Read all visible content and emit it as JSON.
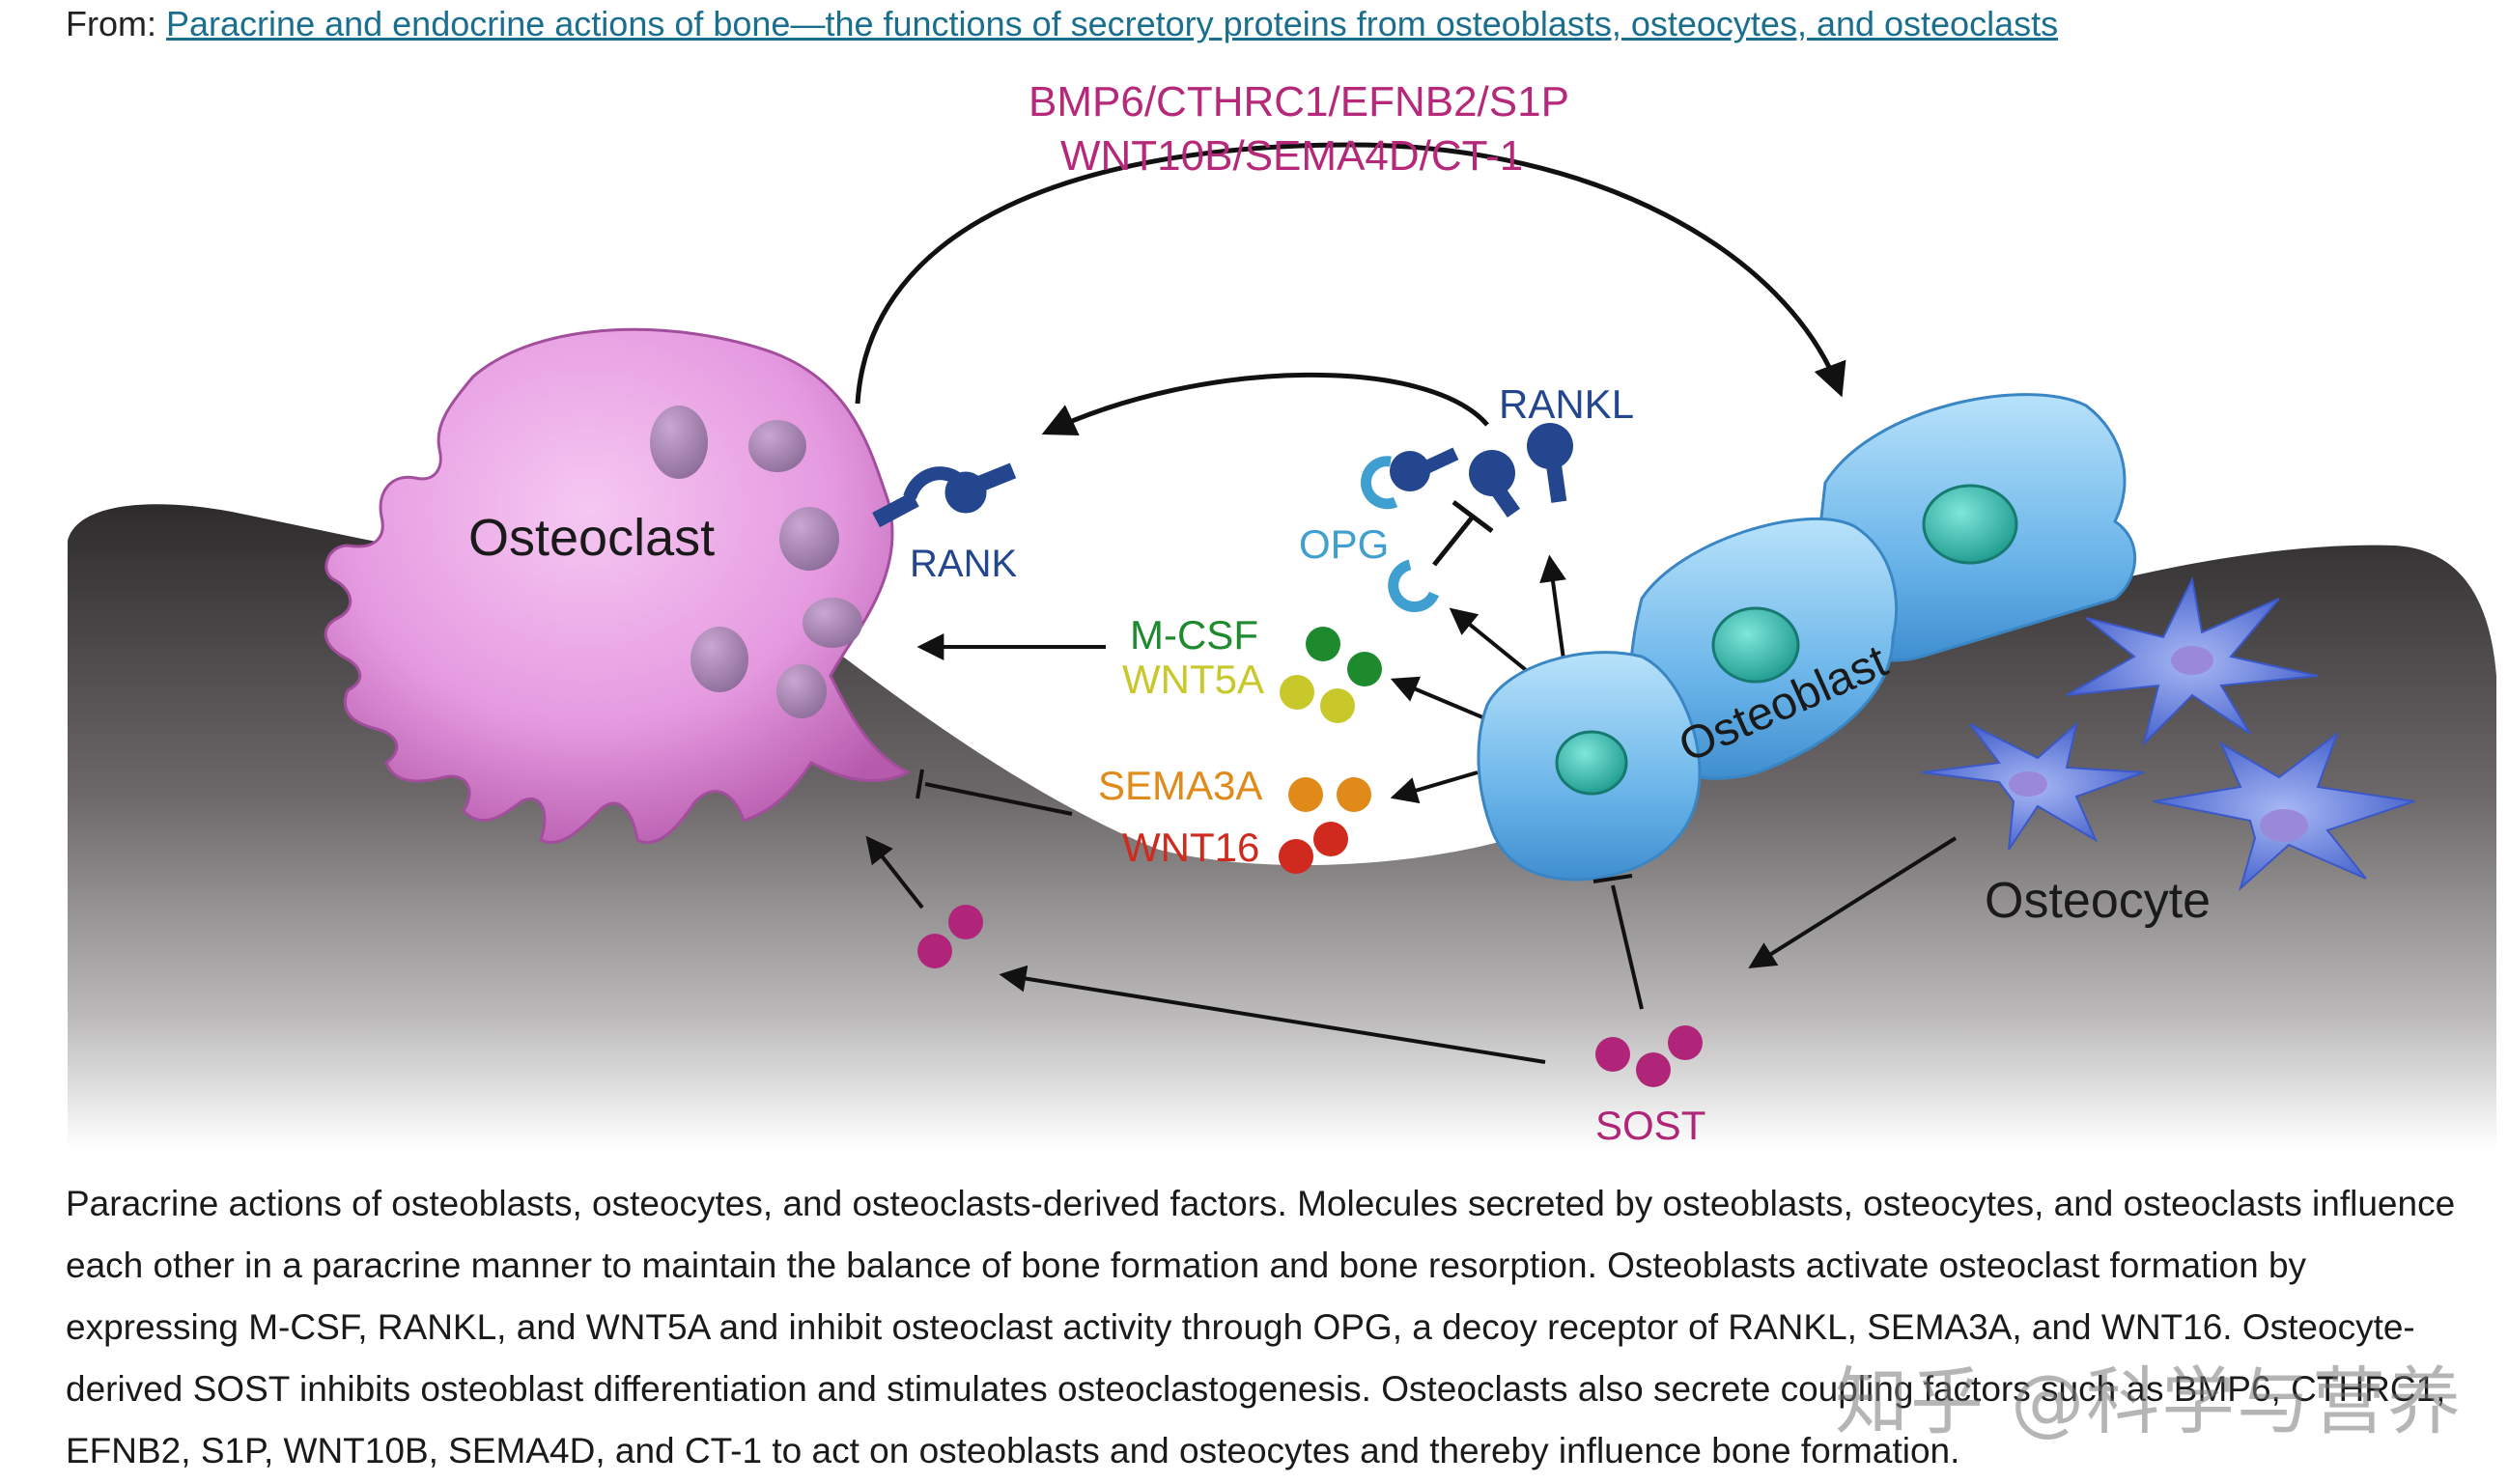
{
  "header": {
    "from_prefix": "From:",
    "article_link": "Paracrine and endocrine actions of bone—the functions of secretory proteins from osteoblasts, osteocytes, and osteoclasts"
  },
  "figure": {
    "coupling_factors_line1": "BMP6/CTHRC1/EFNB2/S1P",
    "coupling_factors_line2": "WNT10B/SEMA4D/CT-1",
    "osteoclast_label": "Osteoclast",
    "osteoblast_label": "Osteoblast",
    "osteocyte_label": "Osteocyte",
    "rank_label": "RANK",
    "rankl_label": "RANKL",
    "opg_label": "OPG",
    "mcsf_label": "M-CSF",
    "wnt5a_label": "WNT5A",
    "sema3a_label": "SEMA3A",
    "wnt16_label": "WNT16",
    "sost_label": "SOST",
    "colors": {
      "coupling_text": "#b5287a",
      "receptor_blue": "#23468f",
      "opg_blue": "#3f9fd0",
      "mcsf_green": "#1e8a2e",
      "wnt5a_yellow": "#c8c82a",
      "sema3a_orange": "#e08a1a",
      "wnt16_red": "#d02a1e",
      "sost_magenta": "#b0257a",
      "osteoclast_pink": "#e59ae0",
      "osteoblast_blue": "#7cc2ee"
    }
  },
  "caption": {
    "text": "Paracrine actions of osteoblasts, osteocytes, and osteoclasts-derived factors. Molecules secreted by osteoblasts, osteocytes, and osteoclasts influence each other in a paracrine manner to maintain the balance of bone formation and bone resorption. Osteoblasts activate osteoclast formation by expressing M-CSF, RANKL, and WNT5A and inhibit osteoclast activity through OPG, a decoy receptor of RANKL, SEMA3A, and WNT16. Osteocyte-derived SOST inhibits osteoblast differentiation and stimulates osteoclastogenesis. Osteoclasts also secrete coupling factors such as BMP6, CTHRC1, EFNB2, S1P, WNT10B, SEMA4D, and CT-1 to act on osteoblasts and osteocytes and thereby influence bone formation."
  },
  "watermark": "知乎 @科学与营养"
}
